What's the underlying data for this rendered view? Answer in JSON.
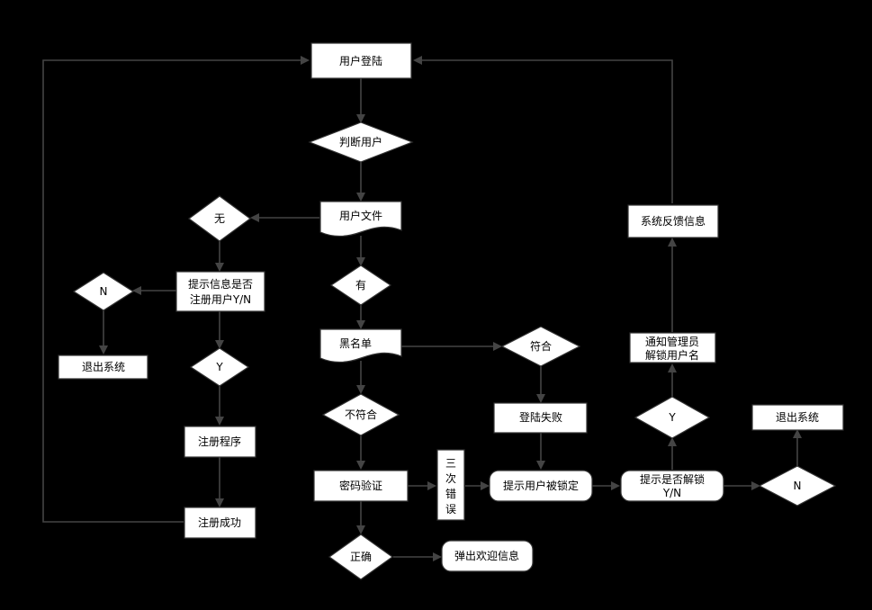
{
  "nodes": {
    "user_login": "用户登陆",
    "judge_user": "判断用户",
    "user_file": "用户文件",
    "none": "无",
    "has": "有",
    "prompt_register": [
      "提示信息是否",
      "注册用户Y/N"
    ],
    "n_left": "N",
    "y_left": "Y",
    "exit_left": "退出系统",
    "register_program": "注册程序",
    "register_success": "注册成功",
    "blacklist": "黑名单",
    "match": "符合",
    "not_match": "不符合",
    "login_fail": "登陆失败",
    "password_verify": "密码验证",
    "three_errors": [
      "三",
      "次",
      "错",
      "误"
    ],
    "locked": "提示用户被锁定",
    "correct": "正确",
    "welcome": "弹出欢迎信息",
    "prompt_unlock": [
      "提示是否解锁",
      "Y/N"
    ],
    "y_right": "Y",
    "n_right": "N",
    "notify_admin": [
      "通知管理员",
      "解锁用户名"
    ],
    "system_feedback": "系统反馈信息",
    "exit_right": "退出系统"
  }
}
